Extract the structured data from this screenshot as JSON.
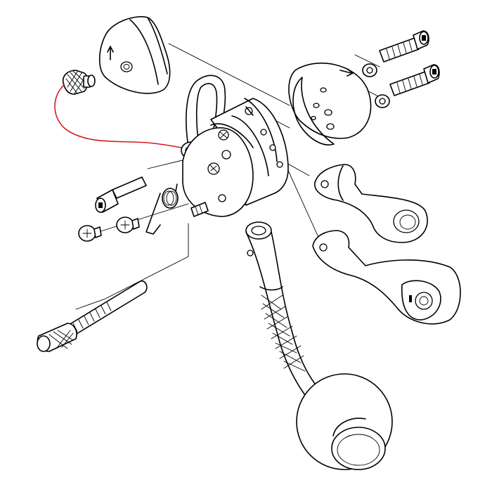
{
  "diagram": {
    "type": "exploded-parts-view",
    "parts": [
      "cover-plate-top-left",
      "knurled-lock-pin",
      "lanyard-cable",
      "shackle-loop",
      "clamp-block-body",
      "domed-cover-right",
      "cap-screw-upper",
      "cap-screw-lower",
      "washer-upper",
      "washer-lower",
      "socket-head-bolt",
      "torsion-spring",
      "button-head-screw-left",
      "button-head-screw-right",
      "set-screw",
      "link-arm-upper",
      "link-arm-lower",
      "threaded-rod",
      "curved-lever",
      "ball-knob"
    ],
    "colors": {
      "line": "#000000",
      "background": "#ffffff",
      "lanyard": "#d11f1f"
    }
  }
}
